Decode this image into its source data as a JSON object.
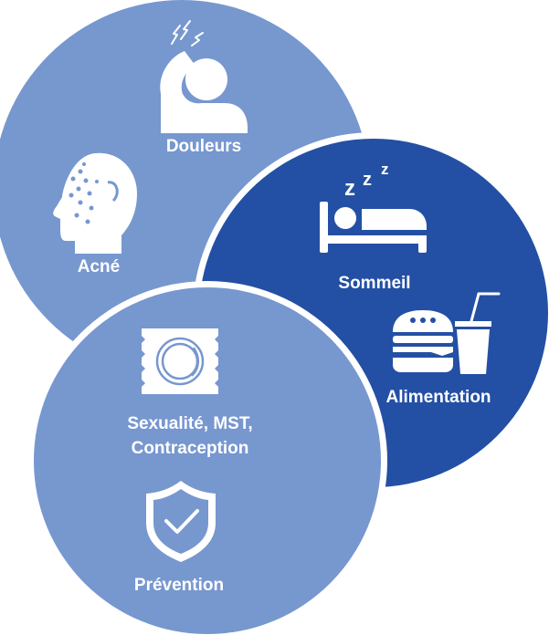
{
  "colors": {
    "light_blue": "#7797cf",
    "dark_blue": "#2350a4",
    "white": "#ffffff"
  },
  "topics": {
    "douleurs": {
      "label": "Douleurs",
      "icon": "headache-person-icon"
    },
    "acne": {
      "label": "Acné",
      "icon": "acne-face-icon"
    },
    "sommeil": {
      "label": "Sommeil",
      "icon": "sleeping-bed-icon"
    },
    "alimentation": {
      "label": "Alimentation",
      "icon": "burger-drink-icon"
    },
    "sexualite": {
      "label_line1": "Sexualité, MST,",
      "label_line2": "Contraception",
      "icon": "condom-icon"
    },
    "prevention": {
      "label": "Prévention",
      "icon": "shield-check-icon"
    }
  }
}
